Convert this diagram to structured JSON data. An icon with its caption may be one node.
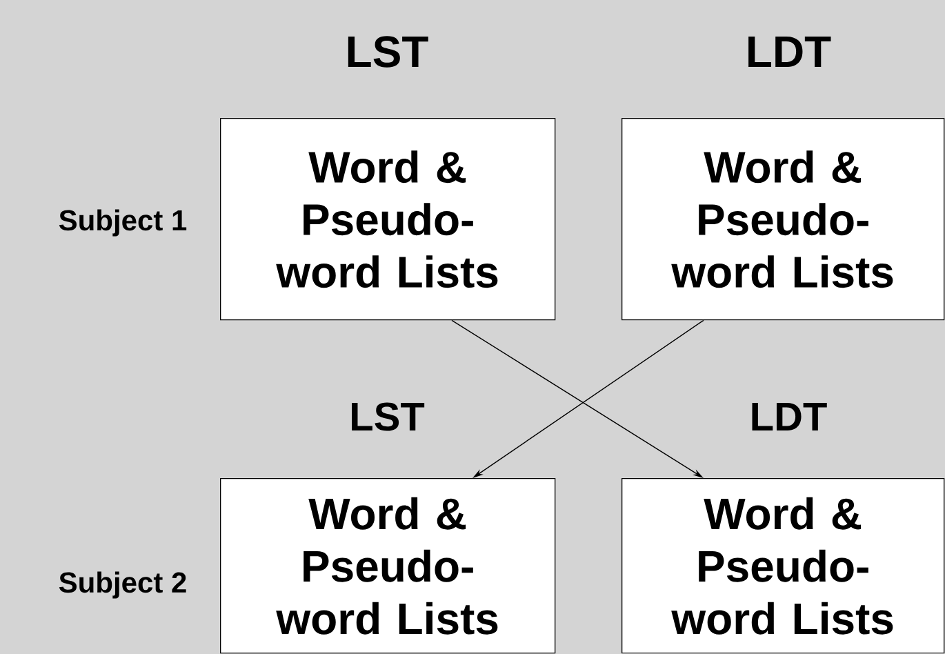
{
  "diagram": {
    "nodes": [
      {
        "text": [
          "Word & Pseudo-word Lists"
        ]
      },
      {
        "text": [
          "Word & Pseudo-word Lists"
        ]
      },
      {
        "text": [
          "Word & Pseudo-word Lists"
        ]
      },
      {
        "text": [
          "Word & Pseudo-word Lists"
        ]
      }
    ],
    "edges": [
      {
        "from": 0,
        "to": 3,
        "arrow": "to"
      },
      {
        "from": 1,
        "to": 2,
        "arrow": "to"
      }
    ],
    "labels": [
      "LST",
      "LDT",
      "Subject 1",
      "LST",
      "LDT",
      "Subject 2"
    ]
  }
}
